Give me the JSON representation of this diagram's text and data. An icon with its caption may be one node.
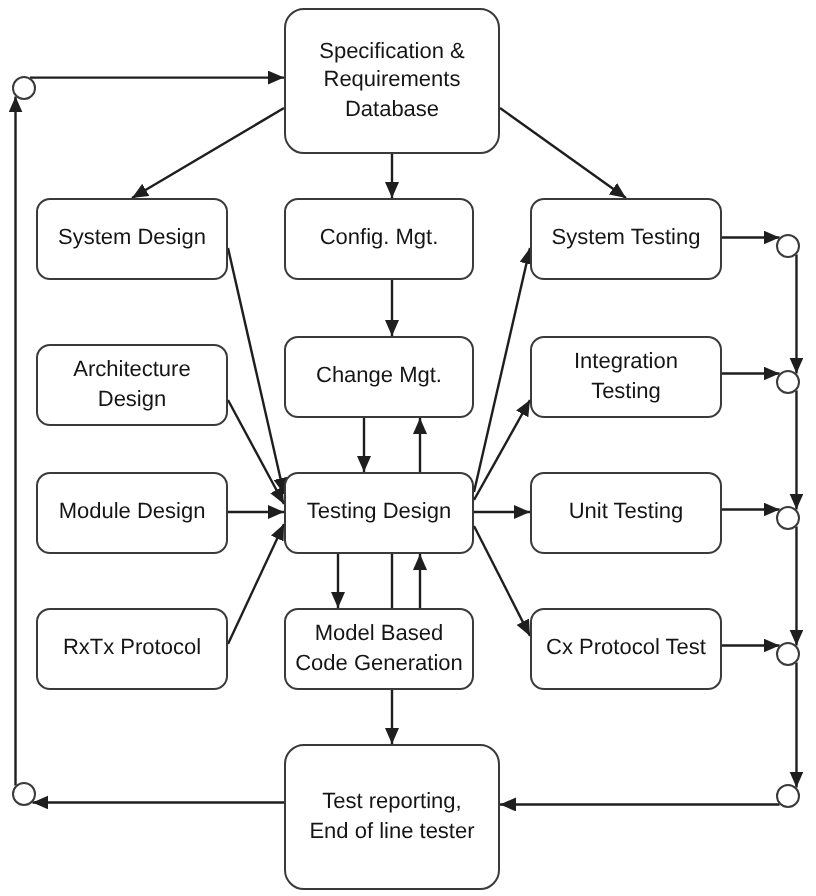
{
  "diagram": {
    "nodes": [
      {
        "text": [
          "Specification & Requirements Database"
        ]
      },
      {
        "text": [
          "System Design"
        ]
      },
      {
        "text": [
          "Config. Mgt."
        ]
      },
      {
        "text": [
          "System Testing"
        ]
      },
      {
        "text": [
          "Architecture Design"
        ]
      },
      {
        "text": [
          "Change Mgt."
        ]
      },
      {
        "text": [
          "Integration Testing"
        ]
      },
      {
        "text": [
          "Module Design"
        ]
      },
      {
        "text": [
          "Testing Design"
        ]
      },
      {
        "text": [
          "Unit Testing"
        ]
      },
      {
        "text": [
          "RxTx Protocol"
        ]
      },
      {
        "text": [
          "Model Based Code Generation"
        ]
      },
      {
        "text": [
          "Cx Protocol Test"
        ]
      },
      {
        "text": [
          "Test reporting, End of line tester"
        ]
      },
      {
        "text": [],
        "shape": "circle"
      },
      {
        "text": [],
        "shape": "circle"
      },
      {
        "text": [],
        "shape": "circle"
      },
      {
        "text": [],
        "shape": "circle"
      },
      {
        "text": [],
        "shape": "circle"
      },
      {
        "text": [],
        "shape": "circle"
      },
      {
        "text": [],
        "shape": "circle"
      }
    ],
    "edges": [
      {
        "from": 14,
        "to": 0,
        "arrow": "to"
      },
      {
        "from": 0,
        "to": 1,
        "arrow": "to"
      },
      {
        "from": 0,
        "to": 2,
        "arrow": "to"
      },
      {
        "from": 0,
        "to": 3,
        "arrow": "to"
      },
      {
        "from": 1,
        "to": 8,
        "arrow": "to"
      },
      {
        "from": 4,
        "to": 8,
        "arrow": "to"
      },
      {
        "from": 7,
        "to": 8,
        "arrow": "to"
      },
      {
        "from": 10,
        "to": 8,
        "arrow": "to"
      },
      {
        "from": 2,
        "to": 5,
        "arrow": "to"
      },
      {
        "from": 5,
        "to": 8,
        "arrow": "to"
      },
      {
        "from": 8,
        "to": 5,
        "arrow": "to"
      },
      {
        "from": 8,
        "to": 3,
        "arrow": "to"
      },
      {
        "from": 8,
        "to": 6,
        "arrow": "to"
      },
      {
        "from": 8,
        "to": 9,
        "arrow": "to"
      },
      {
        "from": 8,
        "to": 12,
        "arrow": "to"
      },
      {
        "from": 8,
        "to": 11,
        "arrow": "to"
      },
      {
        "from": 8,
        "to": 11,
        "arrow": "none"
      },
      {
        "from": 11,
        "to": 8,
        "arrow": "to"
      },
      {
        "from": 11,
        "to": 13,
        "arrow": "to"
      },
      {
        "from": 3,
        "to": 15,
        "arrow": "to"
      },
      {
        "from": 6,
        "to": 16,
        "arrow": "to"
      },
      {
        "from": 9,
        "to": 17,
        "arrow": "to"
      },
      {
        "from": 12,
        "to": 18,
        "arrow": "to"
      },
      {
        "from": 15,
        "to": 16,
        "arrow": "to"
      },
      {
        "from": 16,
        "to": 17,
        "arrow": "to"
      },
      {
        "from": 17,
        "to": 18,
        "arrow": "to"
      },
      {
        "from": 18,
        "to": 19,
        "arrow": "to"
      },
      {
        "from": 19,
        "to": 13,
        "arrow": "to"
      },
      {
        "from": 13,
        "to": 20,
        "arrow": "to"
      },
      {
        "from": 20,
        "to": 14,
        "arrow": "to"
      }
    ]
  }
}
